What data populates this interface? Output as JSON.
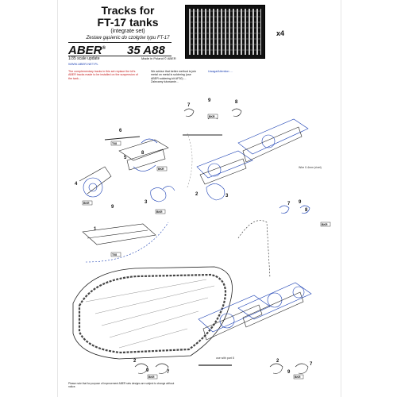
{
  "header": {
    "title_line1": "Tracks for",
    "title_line2": "FT-17 tanks",
    "subtitle": "(integrate set)",
    "polish": "Zestaw gąsienic do czołgów typu FT-17",
    "brand": "ABER",
    "brand_mark": "®",
    "code": "35 A88",
    "scale": "1/35 scale update",
    "made": "Made in Poland © ABER",
    "url": "WWW.ABER.NET.PL"
  },
  "fret": {
    "quantity": "x4"
  },
  "notes": {
    "red_left": "The complementary tracks in this set replace the kit's ABER tracks made to be installed on the suspension of the tank...",
    "center": "We advise that better method is join metal on metal is soldering (use ABER soldering kit AF30) ... Zalecamy lutowanie...",
    "blue_right": "Uwaga/Attention: ..."
  },
  "parts": {
    "labels": [
      "1",
      "2",
      "3",
      "4",
      "5",
      "6",
      "7",
      "8",
      "9",
      "6",
      "8",
      "7",
      "9",
      "2",
      "3",
      "7",
      "8",
      "9",
      "2",
      "7",
      "9"
    ],
    "tags": [
      "T08",
      "BKR",
      "BKR",
      "BKR",
      "T08",
      "BKR",
      "BKR",
      "BKR",
      "BKR"
    ],
    "wire_note": "Wire 0.4mm (rivet)",
    "repeat_note": "use with part 8"
  },
  "footer": {
    "footnote": "Please note that for purpose of improvement ABER sets designs are subject to change without notice."
  }
}
